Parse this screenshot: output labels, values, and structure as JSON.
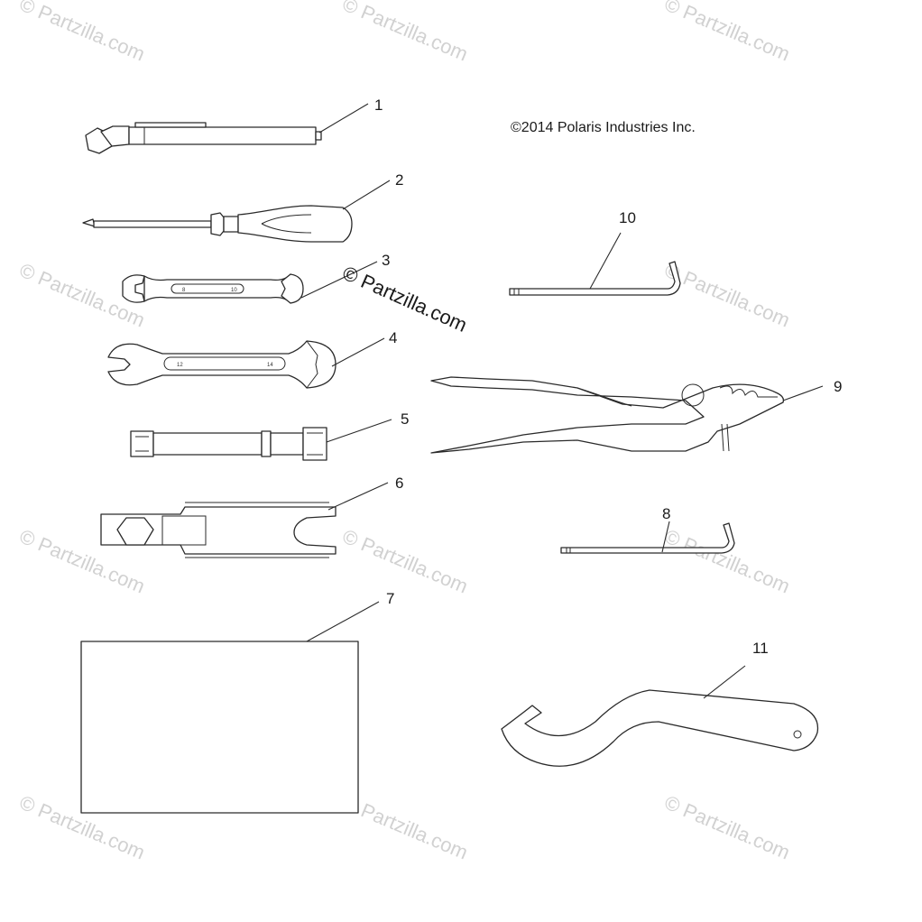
{
  "copyright": "©2014 Polaris Industries Inc.",
  "watermark": "© Partzilla.com",
  "wrench_small_marks": [
    "8",
    "10"
  ],
  "wrench_large_marks": [
    "12",
    "14"
  ],
  "callouts": {
    "c1": "1",
    "c2": "2",
    "c3": "3",
    "c4": "4",
    "c5": "5",
    "c6": "6",
    "c7": "7",
    "c8": "8",
    "c9": "9",
    "c10": "10",
    "c11": "11"
  },
  "colors": {
    "line": "#2a2a2a",
    "watermark": "#c9c9c9",
    "background": "#ffffff"
  }
}
